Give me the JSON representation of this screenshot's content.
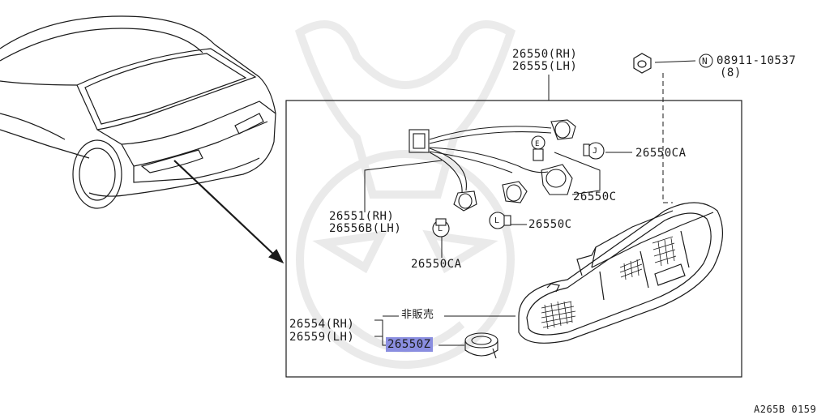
{
  "labels": {
    "tail_lamp_rh": "26550(RH)",
    "tail_lamp_lh": "26555(LH)",
    "nut_part": "08911-10537",
    "nut_qty": "(8)",
    "nut_symbol": "N",
    "bulb_ca_top": "26550CA",
    "bulb_c_right": "26550C",
    "bulb_c_mid": "26550C",
    "bulb_ca_bottom": "26550CA",
    "harness_rh": "26551(RH)",
    "harness_lh": "26556B(LH)",
    "lens_rh": "26554(RH)",
    "lens_lh": "26559(LH)",
    "not_for_sale": "非販売",
    "seal_part": "26550Z",
    "diagram_code": "A265B 0159",
    "bulb_letter_j": "J",
    "bulb_letter_l1": "L",
    "bulb_letter_l2": "L",
    "bulb_letter_e": "E"
  },
  "colors": {
    "line": "#1a1a1a",
    "highlight": "#8a8ee0"
  }
}
